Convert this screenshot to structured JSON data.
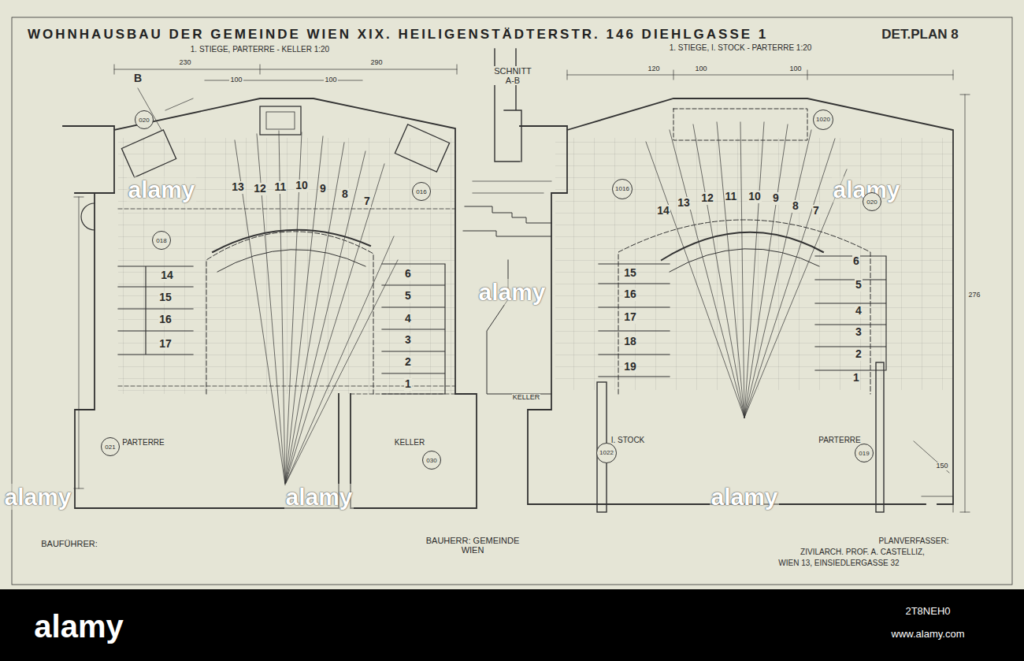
{
  "diagram": {
    "title": "WOHNHAUSBAU DER GEMEINDE WIEN XIX. HEILIGENSTÄDTERSTR. 146 DIEHLGASSE 1",
    "nodes": [
      {
        "text": [
          "020"
        ]
      },
      {
        "text": [
          "016"
        ]
      },
      {
        "text": [
          "018"
        ]
      },
      {
        "text": [
          "021"
        ]
      },
      {
        "text": [
          "030"
        ]
      },
      {
        "text": [
          "1020"
        ]
      },
      {
        "text": [
          "1016"
        ]
      },
      {
        "text": [
          "020"
        ]
      },
      {
        "text": [
          "1022"
        ]
      },
      {
        "text": [
          "019"
        ]
      }
    ],
    "labels": [
      "DET.PLAN 8",
      "1. STIEGE, PARTERRE - KELLER 1:20",
      "1. STIEGE, I. STOCK - PARTERRE 1:20",
      "SCHNITT A-B",
      "B",
      "230",
      "290",
      "100",
      "100",
      "120",
      "100",
      "100",
      "276",
      "150",
      "1",
      "2",
      "3",
      "4",
      "5",
      "6",
      "7",
      "8",
      "9",
      "10",
      "11",
      "12",
      "13",
      "14",
      "15",
      "16",
      "17",
      "1",
      "2",
      "3",
      "4",
      "5",
      "6",
      "7",
      "8",
      "9",
      "10",
      "11",
      "12",
      "13",
      "14",
      "15",
      "16",
      "17",
      "18",
      "19",
      "PARTERRE",
      "KELLER",
      "I. STOCK",
      "PARTERRE",
      "KELLER",
      "BAUFÜHRER:",
      "BAUHERR: GEMEINDE WIEN",
      "PLANVERFASSER:",
      "ZIVILARCH. PROF. A. CASTELLIZ,",
      "WIEN 13, EINSIEDLERGASSE 32",
      "alamy",
      "alamy",
      "alamy",
      "alamy",
      "alamy",
      "alamy",
      "alamy",
      "2T8NEH0",
      "www.alamy.com"
    ]
  }
}
